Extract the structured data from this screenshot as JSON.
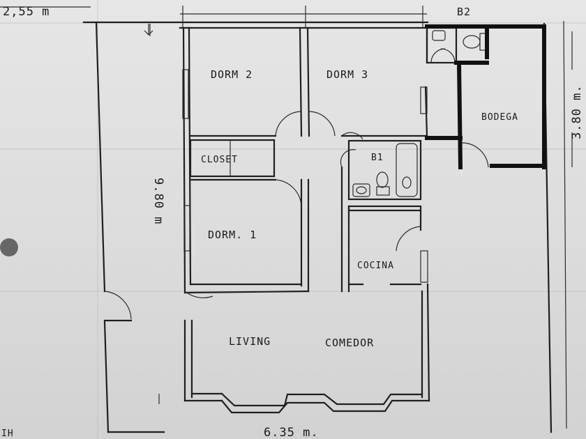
{
  "labels": {
    "dorm2": "DORM 2",
    "dorm3": "DORM 3",
    "dorm1": "DORM. 1",
    "closet": "CLOSET",
    "b1": "B1",
    "b2": "B2",
    "bodega": "BODEGA",
    "cocina": "COCINA",
    "living": "LIVING",
    "comedor": "COMEDOR"
  },
  "dimensions": {
    "top_left": "2,55 m",
    "left_height": "9.80 m",
    "right_height": "3.80 m.",
    "bottom_width": "6.35 m."
  },
  "corner_mark": "IH",
  "colors": {
    "paper": "#e2e2e2",
    "ink": "#1f1f1f"
  }
}
